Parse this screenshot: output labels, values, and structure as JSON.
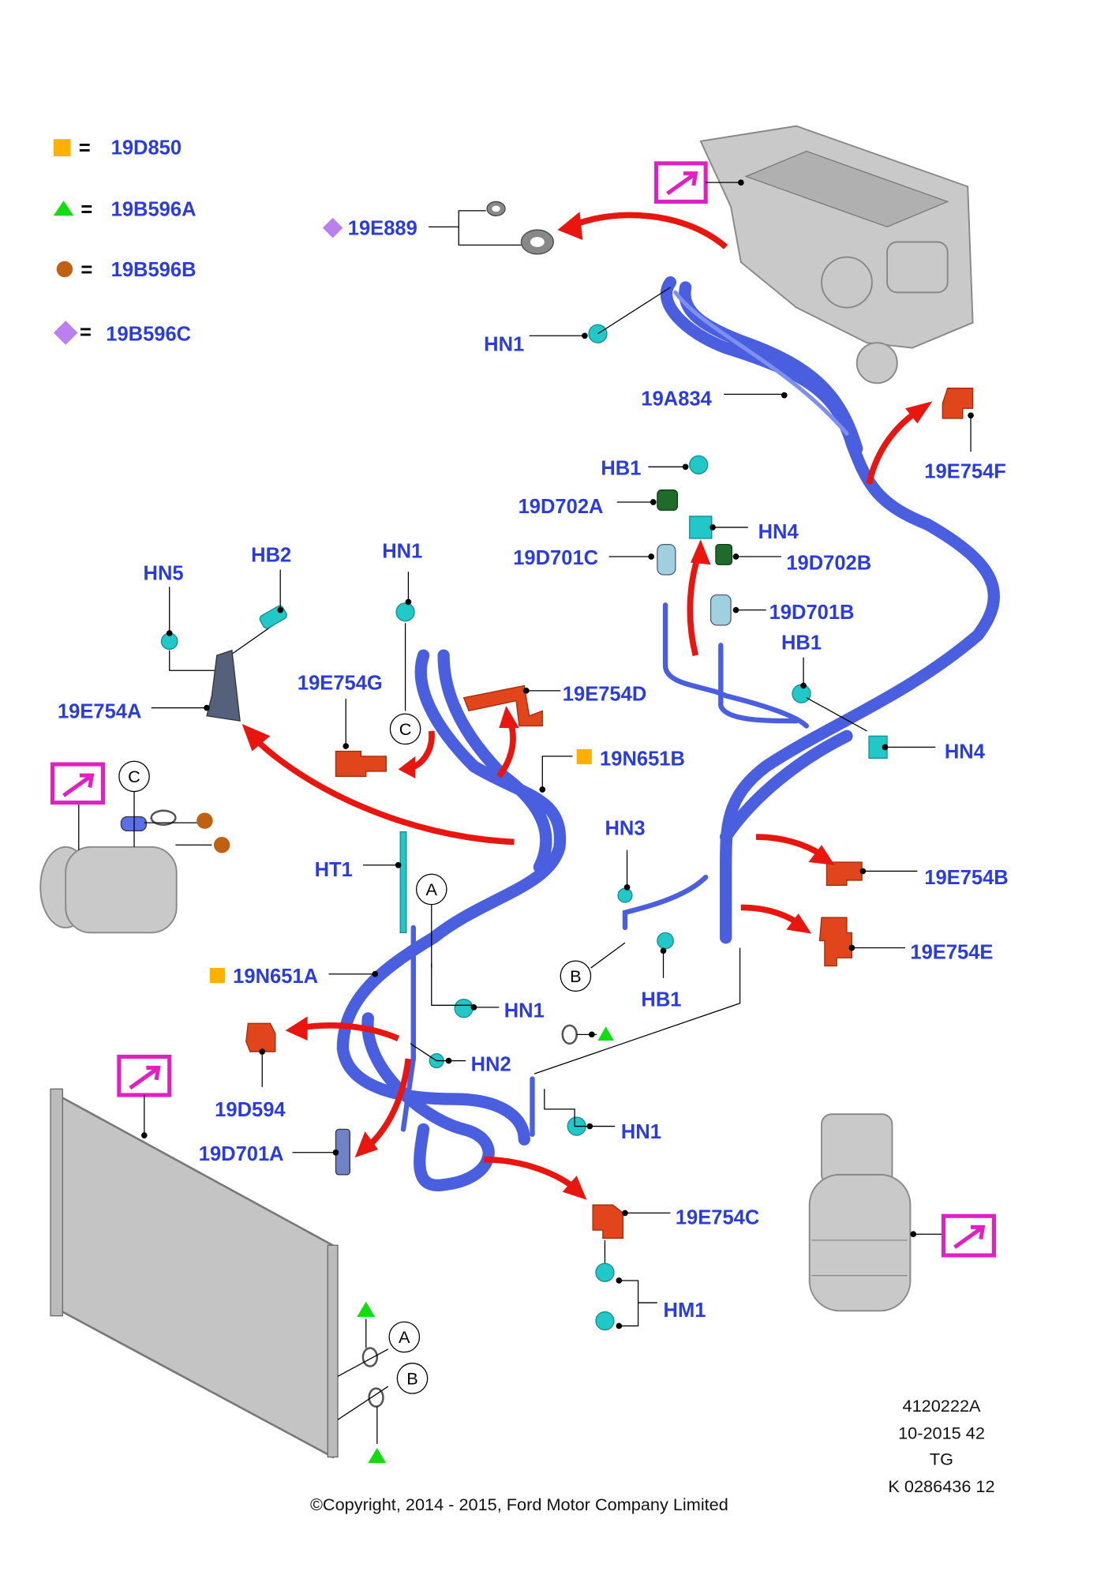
{
  "legend": [
    {
      "symbol": "square",
      "color": "#ffb000",
      "equals": "=",
      "part": "19D850"
    },
    {
      "symbol": "triangle",
      "color": "#11dd11",
      "equals": "=",
      "part": "19B596A"
    },
    {
      "symbol": "circle",
      "color": "#c06010",
      "equals": "=",
      "part": "19B596B"
    },
    {
      "symbol": "diamond",
      "color": "#bb80f0",
      "equals": "=",
      "part": "19B596C"
    }
  ],
  "labels": {
    "l19E889": "19E889",
    "hn1_top": "HN1",
    "l19A834": "19A834",
    "l19E754F": "19E754F",
    "hb1_top": "HB1",
    "l19D702A": "19D702A",
    "hn4_top": "HN4",
    "l19D701C": "19D701C",
    "l19D702B": "19D702B",
    "l19D701B": "19D701B",
    "hb1_mid": "HB1",
    "hn5": "HN5",
    "hb2": "HB2",
    "hn1_mid": "HN1",
    "l19E754G": "19E754G",
    "l19E754D": "19E754D",
    "l19E754A": "19E754A",
    "hn4_mid": "HN4",
    "l19N651B": "19N651B",
    "hn3": "HN3",
    "ht1": "HT1",
    "l19E754B": "19E754B",
    "l19E754E": "19E754E",
    "l19N651A": "19N651A",
    "hn1_low": "HN1",
    "hb1_low": "HB1",
    "hn2": "HN2",
    "hn1_bottom": "HN1",
    "l19D594": "19D594",
    "l19D701A": "19D701A",
    "l19E754C": "19E754C",
    "hm1": "HM1"
  },
  "callouts": {
    "c1": "C",
    "c2": "C",
    "a1": "A",
    "b1": "B",
    "a2": "A",
    "b2": "B"
  },
  "meta": {
    "illustration_number": "4120222A",
    "date_code": "10-2015 42",
    "tg": "TG",
    "k_number": "K 0286436 12"
  },
  "copyright": "©Copyright, 2014 - 2015, Ford Motor Company Limited",
  "colors": {
    "label": "#2a3be0",
    "hose": "#4a5fe0",
    "arrow": "#e8160e",
    "reference_box": "#e020c0"
  }
}
